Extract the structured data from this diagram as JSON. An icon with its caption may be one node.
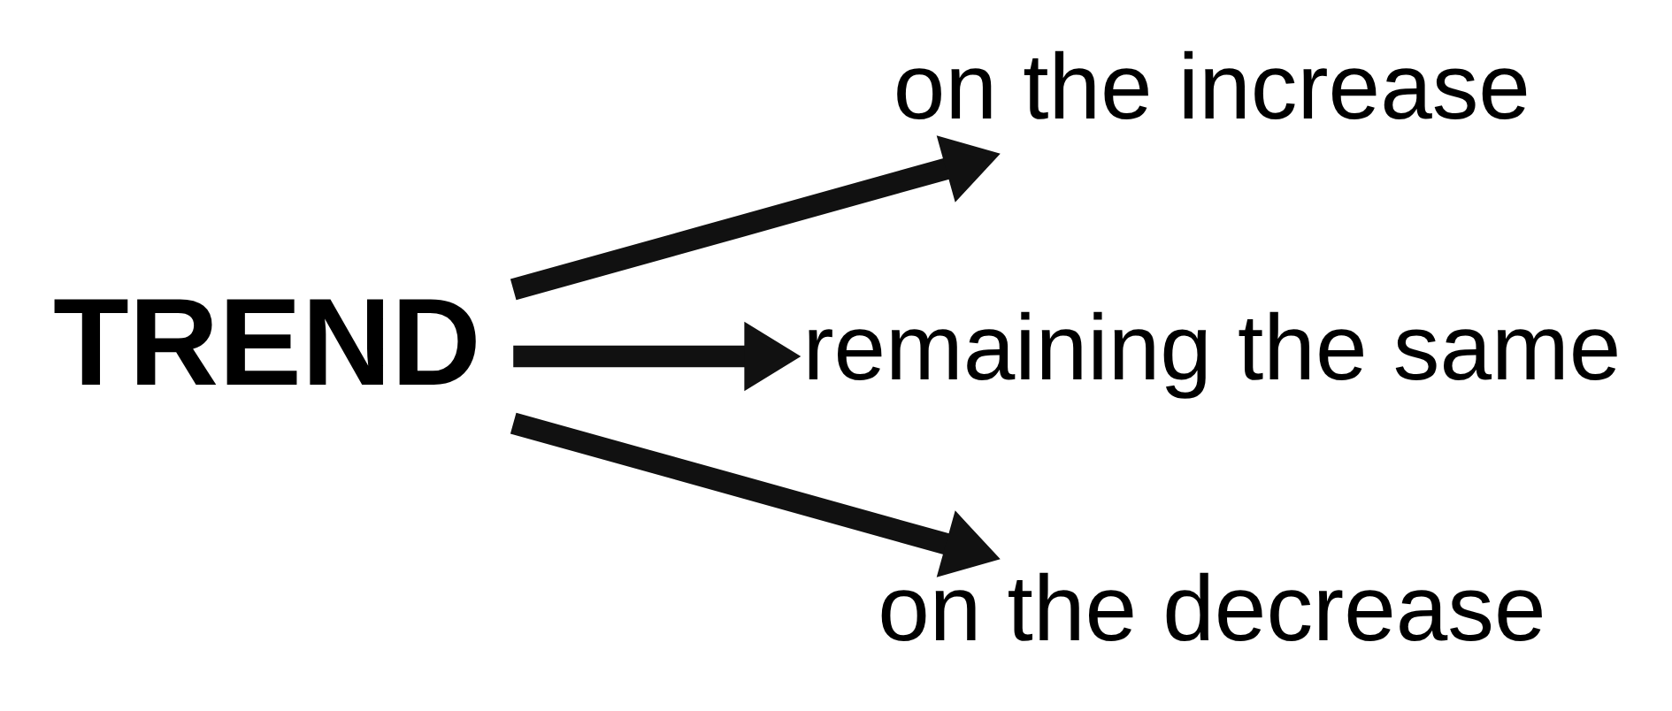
{
  "diagram": {
    "nodes": [
      {
        "text": [
          "TREND"
        ]
      },
      {
        "text": [
          "on the increase"
        ]
      },
      {
        "text": [
          "remaining the same"
        ]
      },
      {
        "text": [
          "on the decrease"
        ]
      }
    ],
    "edges": [
      {
        "from": 0,
        "to": 1,
        "arrow": "to"
      },
      {
        "from": 0,
        "to": 2,
        "arrow": "to"
      },
      {
        "from": 0,
        "to": 3,
        "arrow": "to"
      }
    ]
  }
}
